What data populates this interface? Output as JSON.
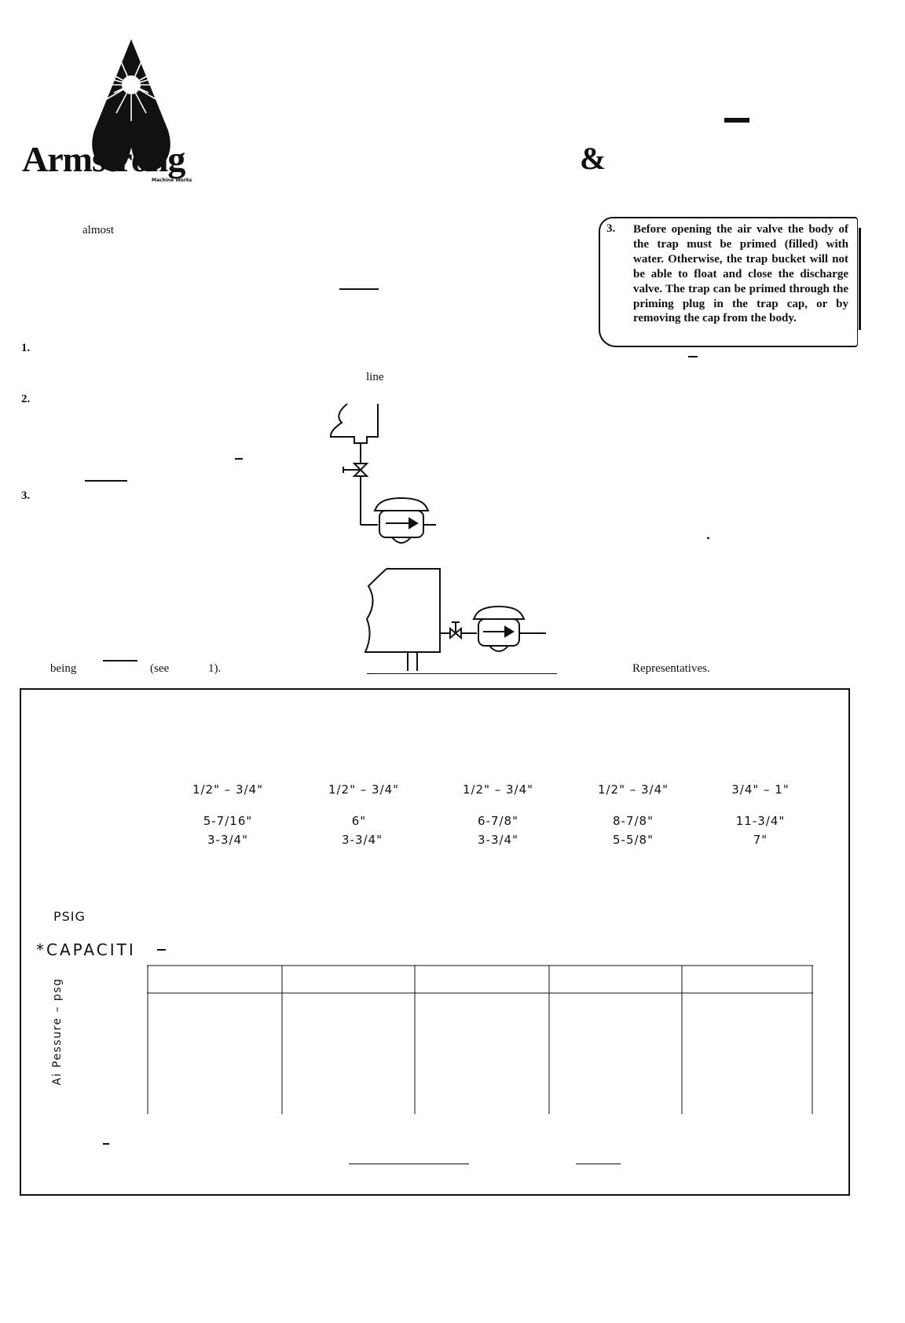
{
  "brand": {
    "name": "Armstrong",
    "subtitle": "Machine Works"
  },
  "header": {
    "dash": "—",
    "ampersand": "&"
  },
  "body_fragments": {
    "almost": "almost",
    "item1": "1.",
    "item2": "2.",
    "item3": "3.",
    "line": "line",
    "dash_small": "–",
    "being": "being",
    "see": "(see",
    "fig": "1).",
    "representatives": "Representatives."
  },
  "note": {
    "number": "3.",
    "text": "Before opening the air valve the body of the trap must be primed (filled) with water. Otherwise, the trap bucket will not be able to float and close the discharge valve. The trap can be primed through the priming plug in the trap cap, or by removing the cap from the body."
  },
  "specs": {
    "connections": [
      "1/2\" – 3/4\"",
      "1/2\" – 3/4\"",
      "1/2\" – 3/4\"",
      "1/2\" – 3/4\"",
      "3/4\" – 1\""
    ],
    "height": [
      "5-7/16\"",
      "6\"",
      "6-7/8\"",
      "8-7/8\"",
      "11-3/4\""
    ],
    "width": [
      "3-3/4\"",
      "3-3/4\"",
      "3-3/4\"",
      "5-5/8\"",
      "7\""
    ],
    "psig_label": "PSIG",
    "capacities_label": "*CAPACITI",
    "capacities_dash": "–",
    "y_axis_label": "Ai Pessure – psg",
    "footnote_dash": "–"
  }
}
